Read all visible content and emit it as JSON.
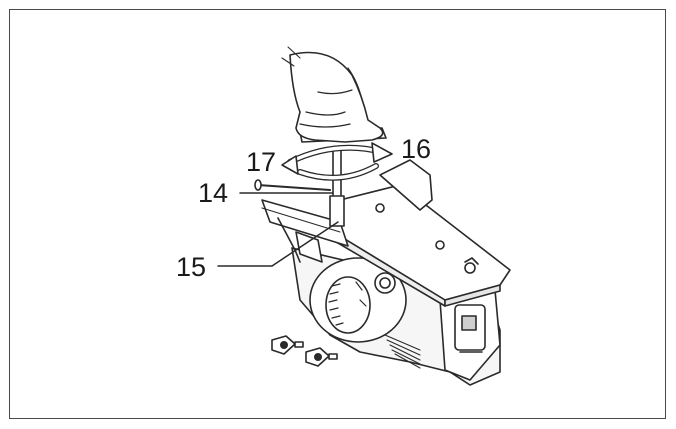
{
  "figure": {
    "callouts": [
      {
        "id": "c14",
        "text": "14"
      },
      {
        "id": "c15",
        "text": "15"
      },
      {
        "id": "c16",
        "text": "16"
      },
      {
        "id": "c17",
        "text": "17"
      }
    ],
    "colors": {
      "line": "#2a2a2a",
      "frame": "#4a4a4a",
      "fill": "#ffffff",
      "shade": "#cfcfcf"
    },
    "icons": [
      "hand-illustration",
      "wrench-tool",
      "rotation-arrow",
      "planer-machine",
      "screw"
    ]
  }
}
